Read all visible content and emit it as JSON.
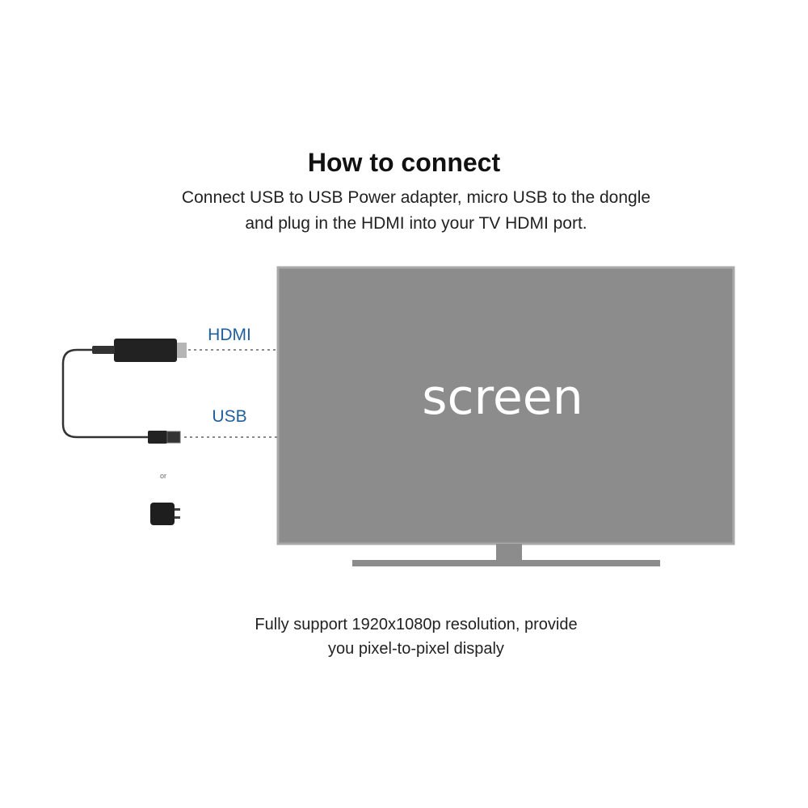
{
  "heading": "How to connect",
  "instructions": {
    "line1": "Connect USB to USB Power adapter, micro USB to the dongle",
    "line2": "and plug in the HDMI into your TV HDMI port."
  },
  "tv": {
    "screen_label": "screen",
    "color": "#8c8c8c"
  },
  "ports": {
    "hdmi_label": "HDMI",
    "usb_label": "USB",
    "label_color": "#1f5f9b"
  },
  "or_label": "or",
  "footer": {
    "line1": "Fully support 1920x1080p resolution, provide",
    "line2": "you pixel-to-pixel dispaly"
  }
}
